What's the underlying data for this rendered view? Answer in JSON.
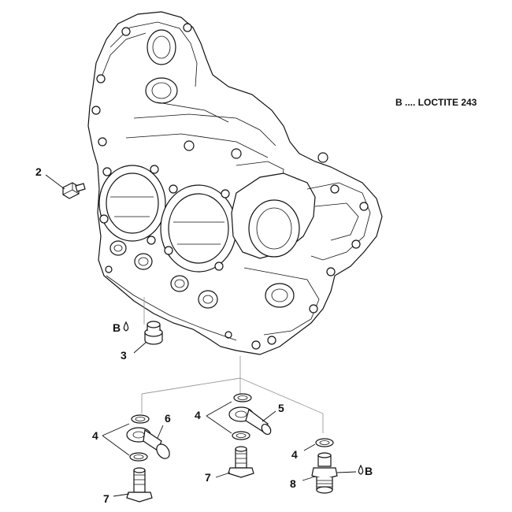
{
  "note": {
    "text": "B .... LOCTITE 243"
  },
  "callouts": [
    {
      "id": "c2",
      "text": "2"
    },
    {
      "id": "c3",
      "text": "3"
    },
    {
      "id": "c3b",
      "text": "B"
    },
    {
      "id": "c4a",
      "text": "4"
    },
    {
      "id": "c6",
      "text": "6"
    },
    {
      "id": "c7a",
      "text": "7"
    },
    {
      "id": "c4b",
      "text": "4"
    },
    {
      "id": "c5",
      "text": "5"
    },
    {
      "id": "c7b",
      "text": "7"
    },
    {
      "id": "c4c",
      "text": "4"
    },
    {
      "id": "c8",
      "text": "8"
    },
    {
      "id": "c8b",
      "text": "B"
    }
  ],
  "icons": [
    "crankcase-drawing",
    "drain-plug-icon",
    "plug-icon",
    "sealing-washer-icon",
    "banjo-fitting-icon",
    "banjo-bolt-icon",
    "adapter-fitting-icon",
    "loctite-drop-icon"
  ]
}
